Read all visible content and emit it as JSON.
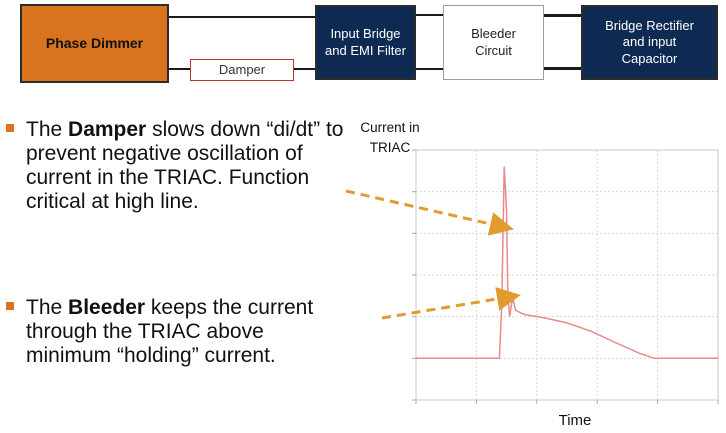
{
  "diagram": {
    "phase_dimmer": "Phase Dimmer",
    "damper": "Damper",
    "input_bridge": [
      "Input Bridge",
      "and EMI Filter"
    ],
    "bleeder": [
      "Bleeder",
      "Circuit"
    ],
    "bridge_rectifier": [
      "Bridge Rectifier",
      "and input",
      "Capacitor"
    ]
  },
  "bullets": [
    {
      "before": "The ",
      "bold": "Damper",
      "after": " slows down “di/dt” to prevent negative oscillation of current in the TRIAC. Function critical at high line."
    },
    {
      "before": "The ",
      "bold": "Bleeder",
      "after": " keeps the current through the TRIAC above minimum “holding” current."
    }
  ],
  "colors": {
    "accent_orange": "#d9731f",
    "navy": "#0e2a52",
    "trace": "#e88a8a",
    "arrow": "#e39a30"
  },
  "chart_data": {
    "type": "line",
    "title": "",
    "ylabel": "Current in TRIAC",
    "xlabel": "Time",
    "xlim": [
      0,
      5
    ],
    "ylim": [
      -1,
      5
    ],
    "grid": true,
    "series": [
      {
        "values": [
          [
            0,
            0
          ],
          [
            1.38,
            0
          ],
          [
            1.42,
            1.3
          ],
          [
            1.46,
            4.6
          ],
          [
            1.48,
            4.1
          ],
          [
            1.5,
            3.5
          ],
          [
            1.52,
            1.6
          ],
          [
            1.55,
            1.0
          ],
          [
            1.6,
            1.45
          ],
          [
            1.65,
            1.15
          ],
          [
            1.8,
            1.05
          ],
          [
            2.1,
            0.98
          ],
          [
            2.5,
            0.85
          ],
          [
            2.9,
            0.65
          ],
          [
            3.3,
            0.38
          ],
          [
            3.7,
            0.12
          ],
          [
            3.95,
            0
          ],
          [
            5,
            0
          ]
        ]
      }
    ]
  }
}
